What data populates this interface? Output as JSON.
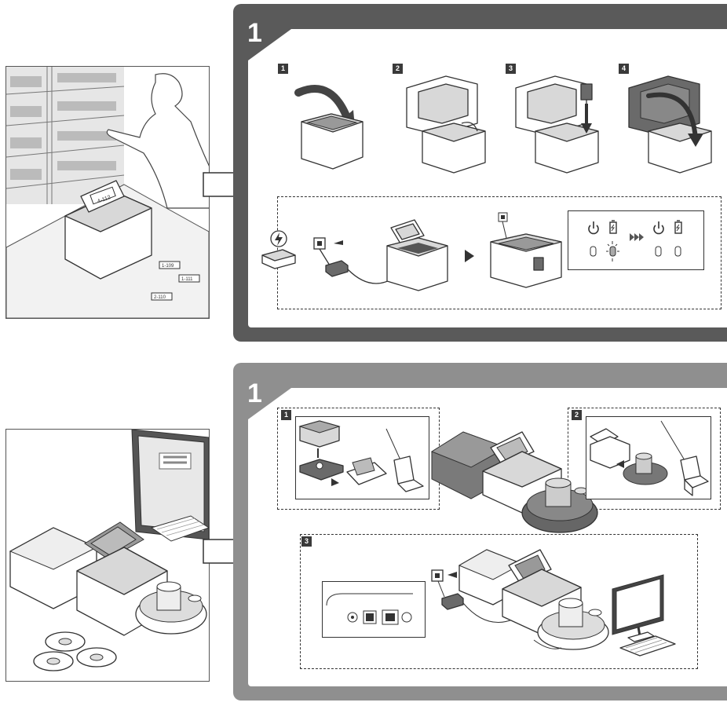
{
  "colors": {
    "panel_top": "#5a5a5a",
    "panel_bottom": "#8f8f8f",
    "step_badge": "#3a3a3a",
    "line": "#333333"
  },
  "top": {
    "panel_number": "1",
    "steps": [
      "1",
      "2",
      "3",
      "4"
    ],
    "photo_labels": [
      "4-112",
      "1-109",
      "1-111",
      "2-110"
    ],
    "indicator_icons": [
      "power-icon",
      "battery-icon",
      "power-icon",
      "battery-icon"
    ]
  },
  "bottom": {
    "panel_number": "1",
    "steps": [
      "1",
      "2",
      "3"
    ]
  }
}
